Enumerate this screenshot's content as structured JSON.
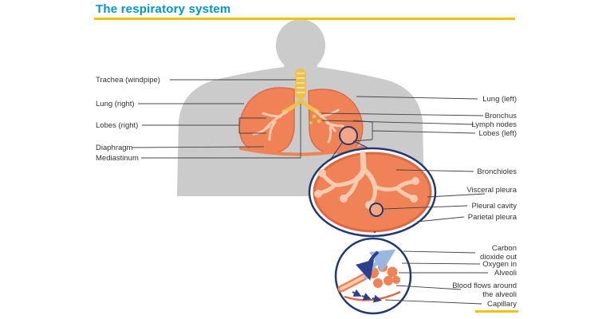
{
  "title": "The respiratory system",
  "colors": {
    "title_blue": "#0095d2",
    "accent_yellow": "#f2c200",
    "body_gray": "#cbcbcb",
    "lung_salmon": "#ef8257",
    "lung_light": "#f8cbb0",
    "navy": "#203a72",
    "arrow_light_blue": "#9bb7e0",
    "arrow_navy": "#2b3f8c"
  },
  "labels": {
    "left": [
      {
        "text": "Trachea (windpipe)"
      },
      {
        "text": "Lung (right)"
      },
      {
        "text": "Lobes (right)"
      },
      {
        "text": "Diaphragm"
      },
      {
        "text": "Mediastinum"
      }
    ],
    "right": [
      {
        "text": "Lung (left)"
      },
      {
        "text": "Bronchus"
      },
      {
        "text": "Lymph nodes"
      },
      {
        "text": "Lobes (left)"
      },
      {
        "text": "Bronchioles"
      },
      {
        "text": "Visceral pleura"
      },
      {
        "text": "Pleural cavity"
      },
      {
        "text": "Parietal pleura"
      },
      {
        "text": "Carbon dioxide out"
      },
      {
        "text": "Oxygen in"
      },
      {
        "text": "Alveoli"
      },
      {
        "text": "Blood flows around the alveoli"
      },
      {
        "text": "Capillary"
      }
    ]
  }
}
